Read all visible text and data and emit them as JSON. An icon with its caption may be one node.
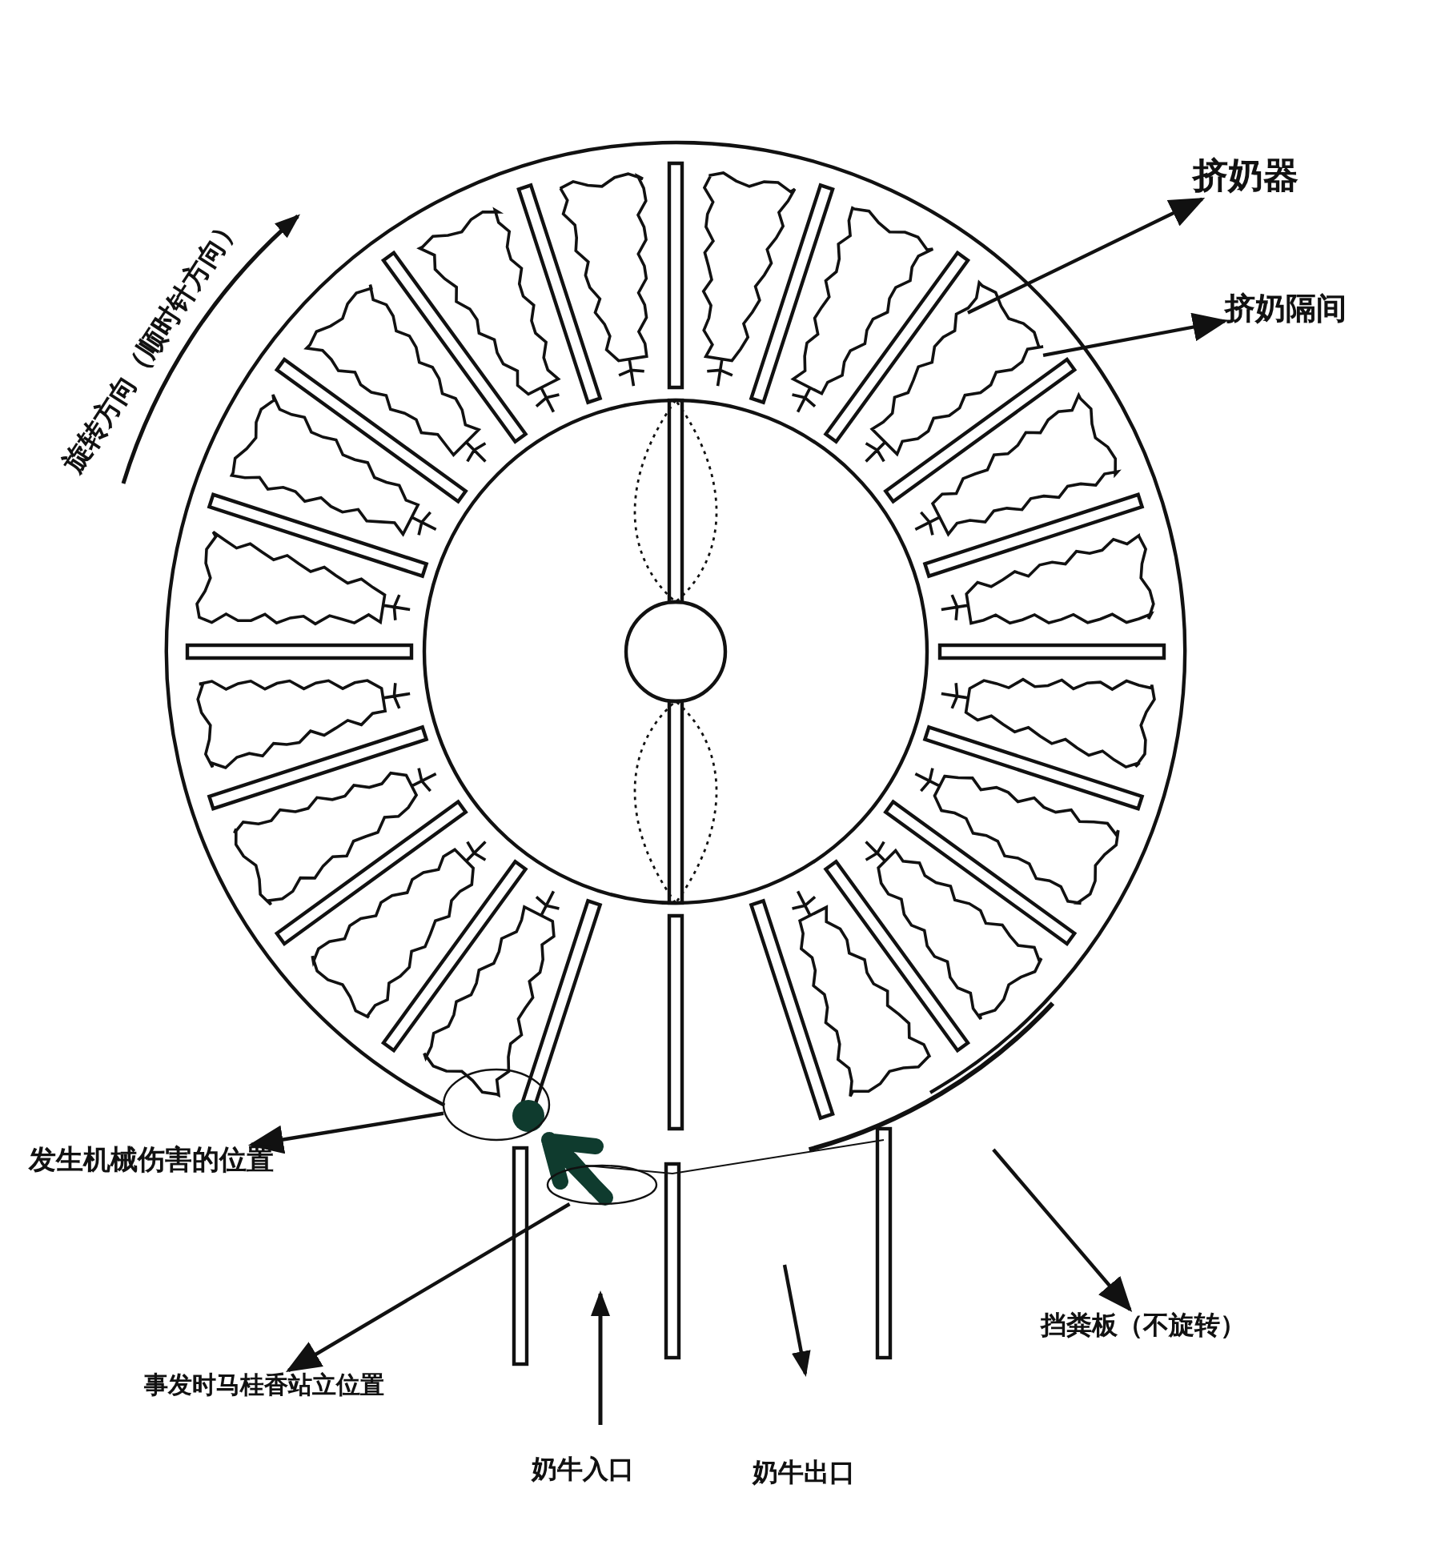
{
  "diagram": {
    "nodes": [
      {
        "text": [
          "挤奶器"
        ]
      },
      {
        "text": [
          "挤奶隔间"
        ]
      },
      {
        "text": [
          "发生机械伤害的位置"
        ]
      },
      {
        "text": [
          "事发时马桂香站立位置"
        ]
      },
      {
        "text": [
          "挡粪板（不旋转）"
        ]
      },
      {
        "text": [],
        "shape": "bar"
      },
      {
        "text": [],
        "shape": "picture"
      },
      {
        "text": [],
        "shape": "ellipse"
      },
      {
        "text": [],
        "shape": "ellipse"
      },
      {
        "text": [],
        "shape": "arc"
      }
    ],
    "edges": [
      {
        "from": 5,
        "to": 0,
        "arrow": "to"
      },
      {
        "from": 6,
        "to": 1,
        "arrow": "to"
      },
      {
        "from": 7,
        "to": 2,
        "arrow": "to"
      },
      {
        "from": 8,
        "to": 3,
        "arrow": "to"
      },
      {
        "from": 9,
        "to": 4,
        "arrow": "to"
      }
    ],
    "labels": [
      "旋转方向（顺时针方向）",
      "奶牛入口",
      "奶牛出口"
    ]
  }
}
